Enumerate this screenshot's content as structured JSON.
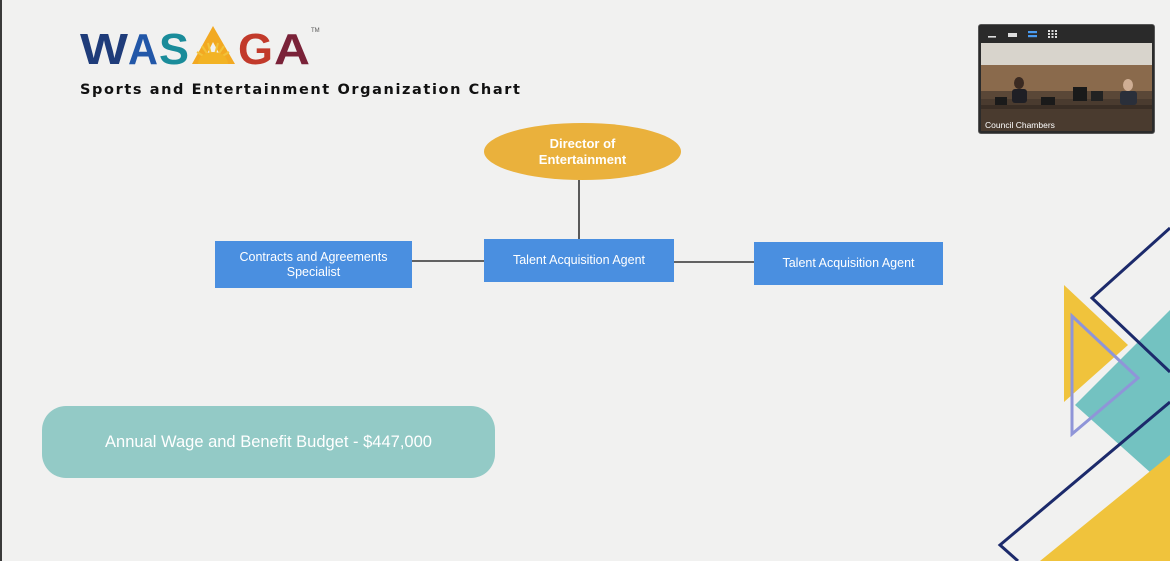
{
  "logo": {
    "text": "WASAGA",
    "trademark": "TM"
  },
  "header": {
    "subtitle": "Sports and Entertainment Organization Chart"
  },
  "org_chart": {
    "director": {
      "title": "Director of Entertainment"
    },
    "reports": [
      {
        "title": "Contracts and Agreements Specialist"
      },
      {
        "title": "Talent Acquisition Agent"
      },
      {
        "title": "Talent Acquisition Agent"
      }
    ]
  },
  "budget": {
    "label": "Annual Wage and Benefit Budget - $447,000"
  },
  "video": {
    "caption": "Council Chambers",
    "toolbar_icons": [
      "minimize-icon",
      "restore-icon",
      "speaker-view-icon",
      "gallery-view-icon"
    ]
  },
  "colors": {
    "director_fill": "#eab13c",
    "report_fill": "#4a8fe0",
    "budget_fill": "#93cac6",
    "logo_navy": "#1f3c7a",
    "logo_red": "#c23a2b",
    "accent_yellow": "#f0c33c",
    "accent_teal": "#6cbfbe",
    "accent_navy": "#1c2a6b"
  }
}
